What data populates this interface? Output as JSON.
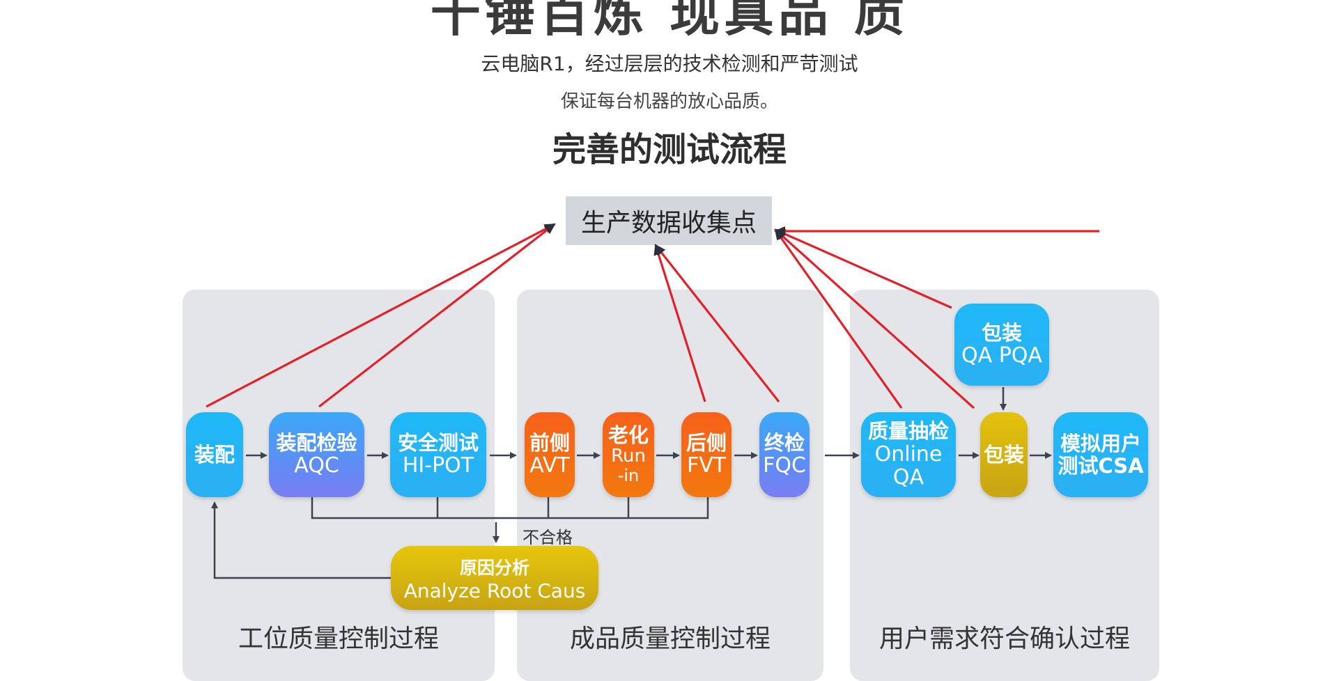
{
  "headline": "千锤百炼 现真品 质",
  "subtitle_line1": "云电脑R1，经过层层的技术检测和严苛测试",
  "subtitle_line2": "保证每台机器的放心品质。",
  "flow_title": "完善的测试流程",
  "collection_point": "生产数据收集点",
  "panels": [
    {
      "label": "工位质量控制过程"
    },
    {
      "label": "成品质量控制过程"
    },
    {
      "label": "用户需求符合确认过程"
    }
  ],
  "nodes": {
    "assembly": {
      "line1": "装配",
      "line2": ""
    },
    "aqc": {
      "line1": "装配检验",
      "line2": "AQC"
    },
    "hipot": {
      "line1": "安全测试",
      "line2": "HI-POT"
    },
    "avt": {
      "line1": "前侧",
      "line2": "AVT"
    },
    "runin": {
      "line1": "老化",
      "line2": "Run",
      "line3": "-in"
    },
    "fvt": {
      "line1": "后侧",
      "line2": "FVT"
    },
    "fqc": {
      "line1": "终检",
      "line2": "FQC"
    },
    "oqa": {
      "line1": "质量抽检",
      "line2": "Online",
      "line3": "QA"
    },
    "pack": {
      "line1": "包装",
      "line2": ""
    },
    "pqa": {
      "line1": "包装",
      "line2": "QA PQA"
    },
    "csa": {
      "line1": "模拟用户",
      "line2": "测试CSA"
    }
  },
  "fail_label": "不合格",
  "root_cause": {
    "line1": "原因分析",
    "line2": "Analyze Root Caus"
  },
  "colors": {
    "arrow_red": "#e3202a",
    "connector": "#3d4250",
    "panel_bg": "#e4e5e9",
    "node_cyan": "#1fb8f6",
    "node_orange": "#f7611a",
    "node_gold": "#e2c20c"
  }
}
